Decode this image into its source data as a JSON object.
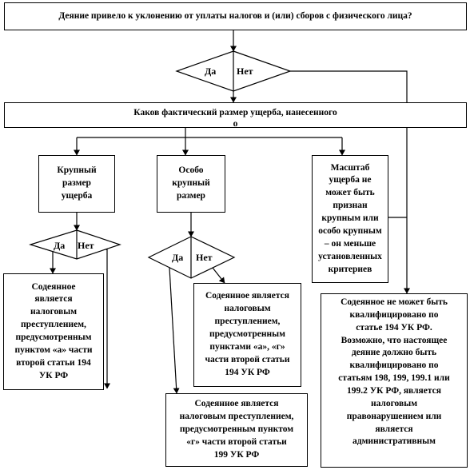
{
  "root_question": "Деяние привело к уклонению от уплаты налогов и (или) сборов с физического лица?",
  "decision_main": {
    "yes": "Да",
    "no": "Нет"
  },
  "damage_question": "Каков фактический размер ущерба, нанесенного\nо",
  "branches": {
    "large": "Крупный\nразмер\nущерба",
    "especially_large": "Особо\nкрупный\nразмер",
    "not_applicable": "Масштаб\nущерба не\nможет быть\nпризнан\nкрупным или\nособо крупным\n– он меньше\nустановленных\nкритериев"
  },
  "decision_large": {
    "yes": "Да",
    "no": "Нет"
  },
  "decision_especially": {
    "yes": "Да",
    "no": "Нет"
  },
  "outcomes": {
    "large_tax_crime": "Содеянное\nявляется\nналоговым\nпреступлением,\nпредусмотренным\nпунктом «а» части\nвторой статьи 194\nУК РФ",
    "especially_194": "Содеянное является\nналоговым\nпреступлением,\nпредусмотренным\nпунктами «а», «г»\nчасти второй статьи\n194 УК РФ",
    "especially_199": "Содеянное является\nналоговым преступлением,\nпредусмотренным пунктом\n«г» части второй статьи\n199 УК РФ",
    "not_194": "Содеянное не может быть\nквалифицировано по\nстатье 194 УК РФ.\nВозможно, что настоящее\nдеяние должно быть\nквалифицировано по\nстатьям 198, 199, 199.1 или\n199.2 УК РФ, является\nналоговым\nправонарушением или\nявляется\nадминистративным"
  }
}
